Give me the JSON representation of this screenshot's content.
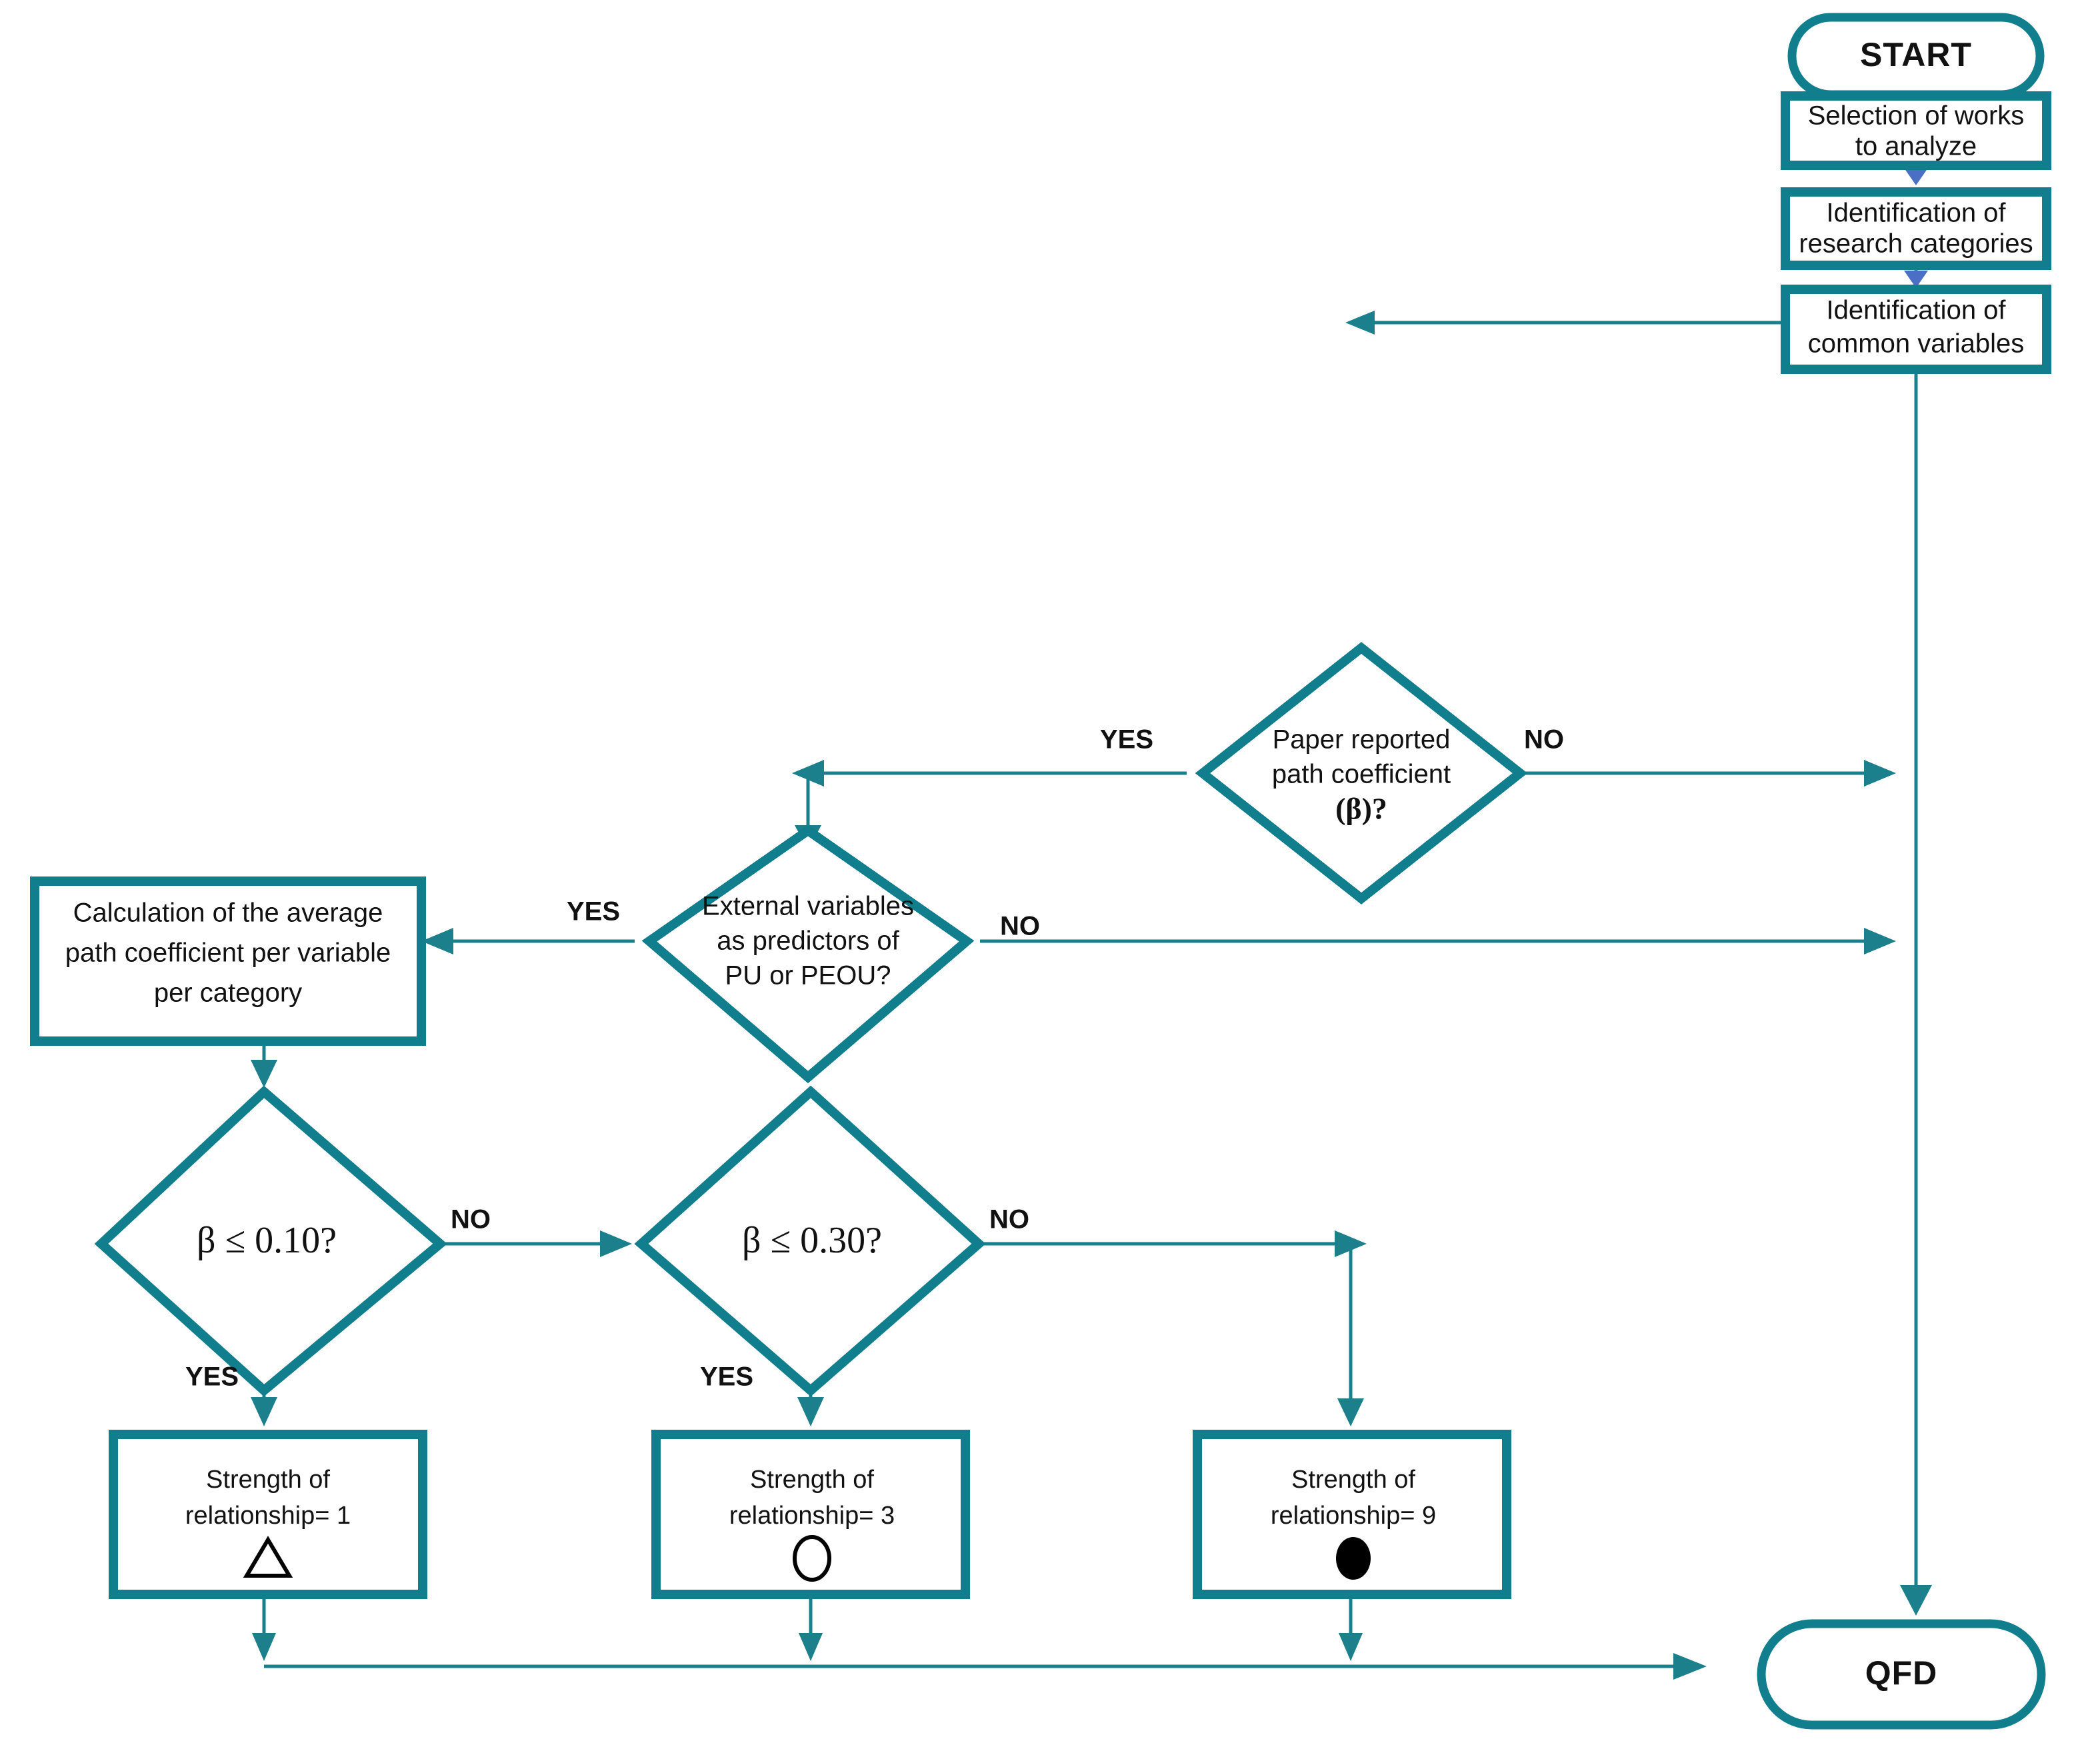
{
  "diagram": {
    "title": "Path coefficient to QFD relationship-strength flowchart",
    "accent_color": "#107e8c",
    "edge_color": "#1b7f8c",
    "edge_color_alt": "#4a6fc4",
    "text_color": "#111111",
    "background": "#ffffff"
  },
  "nodes": {
    "start": {
      "label": "START",
      "shape": "terminal"
    },
    "selection": {
      "line1": "Selection of works",
      "line2": "to analyze",
      "shape": "process"
    },
    "categories": {
      "line1": "Identification of",
      "line2": "research categories",
      "shape": "process"
    },
    "common_variables": {
      "line1": "Identification of",
      "line2": "common variables",
      "shape": "process"
    },
    "decision_beta_reported": {
      "line1": "Paper reported",
      "line2": "path coefficient",
      "line3": "(β)?",
      "shape": "decision"
    },
    "decision_external": {
      "line1": "External variables",
      "line2": "as predictors of",
      "line3": "PU or PEOU?",
      "shape": "decision"
    },
    "calc_average": {
      "line1": "Calculation of the average",
      "line2": "path coefficient per variable",
      "line3": "per category",
      "shape": "process"
    },
    "decision_beta_010": {
      "label": "β ≤ 0.10?",
      "shape": "decision"
    },
    "decision_beta_030": {
      "label": "β ≤ 0.30?",
      "shape": "decision"
    },
    "strength_1": {
      "line1": "Strength of",
      "line2": "relationship= 1",
      "symbol": "open-triangle",
      "shape": "process"
    },
    "strength_3": {
      "line1": "Strength of",
      "line2": "relationship= 3",
      "symbol": "open-circle",
      "shape": "process"
    },
    "strength_9": {
      "line1": "Strength of",
      "line2": "relationship= 9",
      "symbol": "filled-circle",
      "shape": "process"
    },
    "qfd": {
      "label": "QFD",
      "shape": "terminal"
    }
  },
  "branch_labels": {
    "beta_reported_yes": "YES",
    "beta_reported_no": "NO",
    "external_yes": "YES",
    "external_no": "NO",
    "beta010_no": "NO",
    "beta010_yes": "YES",
    "beta030_no": "NO",
    "beta030_yes": "YES"
  }
}
